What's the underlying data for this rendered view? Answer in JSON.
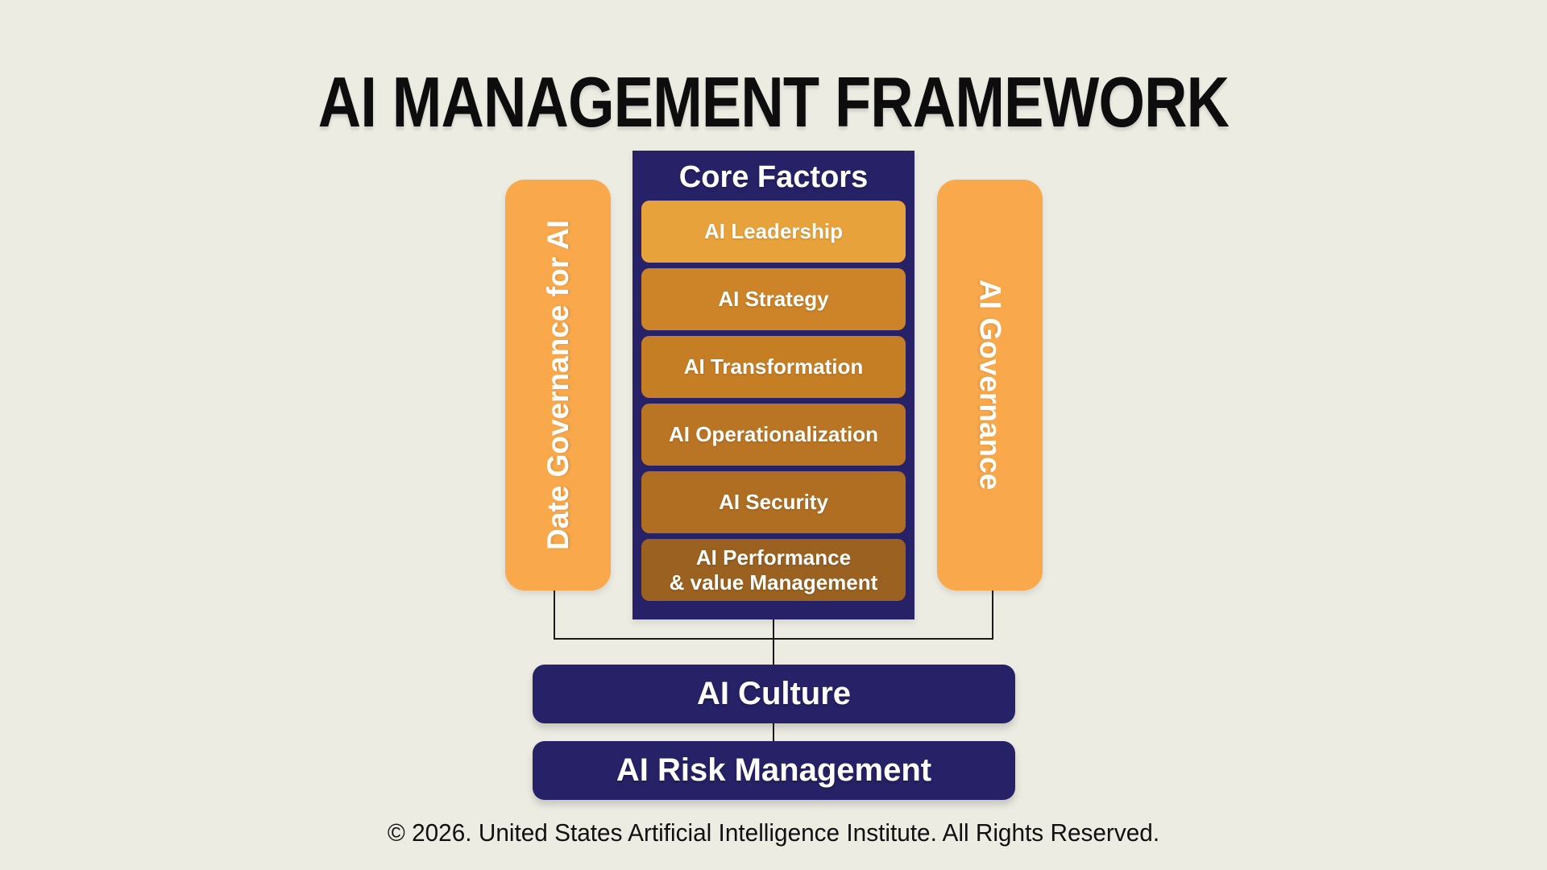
{
  "title": "AI MANAGEMENT FRAMEWORK",
  "pillars": {
    "left": "Date Governance for AI",
    "right": "AI Governance"
  },
  "core": {
    "title": "Core Factors",
    "factors": [
      {
        "label": "AI Leadership",
        "color": "#E8A23C"
      },
      {
        "label": "AI Strategy",
        "color": "#CD8327"
      },
      {
        "label": "AI Transformation",
        "color": "#C67E25"
      },
      {
        "label": "AI Operationalization",
        "color": "#BA7524"
      },
      {
        "label": "AI Security",
        "color": "#AF6E22"
      },
      {
        "label": "AI Performance\n& value Management",
        "color": "#9A6120"
      }
    ]
  },
  "bottom": {
    "culture": "AI Culture",
    "risk": "AI Risk Management"
  },
  "footer": "© 2026. United States Artificial Intelligence Institute. All Rights Reserved.",
  "colors": {
    "background": "#ECECE3",
    "navy": "#272268",
    "pillar_orange": "#F9A94B",
    "connector_line": "#1A1A1A",
    "text_light": "#FFFFFF",
    "text_dark": "#111111"
  }
}
